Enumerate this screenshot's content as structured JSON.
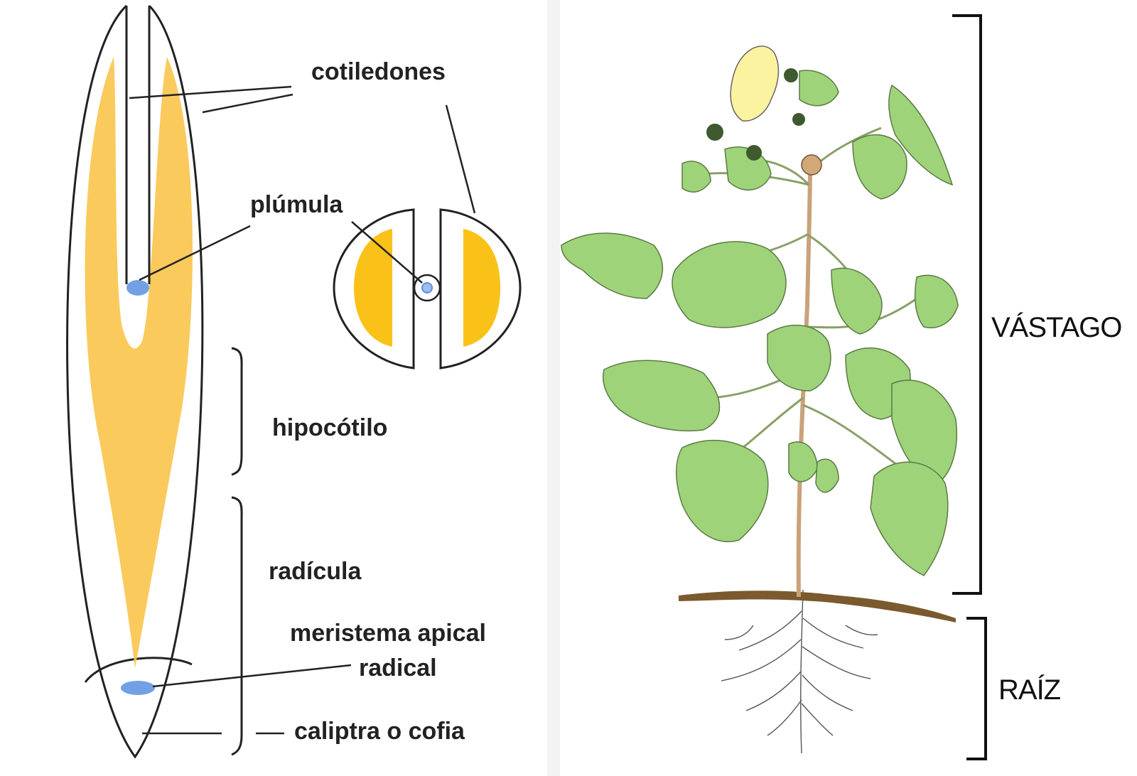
{
  "embryo_diagram": {
    "labels": {
      "cotiledones": "cotiledones",
      "plumula": "plúmula",
      "hipocotilo": "hipocótilo",
      "radicula": "radícula",
      "meristema_line1": "meristema apical",
      "meristema_line2": "radical",
      "caliptra": "caliptra o cofia"
    },
    "colors": {
      "cotyledon_fill": "#f9c44a",
      "cross_section_fill": "#fac218",
      "meristem": "#5b8fe0",
      "outline": "#222222"
    }
  },
  "plant_diagram": {
    "labels": {
      "vastago": "VÁSTAGO",
      "raiz": "RAÍZ"
    },
    "colors": {
      "leaf": "#9fd37a",
      "leaf_dark": "#6f9f55",
      "stem": "#c9a27a",
      "soil": "#7a5a2e",
      "flower": "#fbf3a0"
    }
  }
}
